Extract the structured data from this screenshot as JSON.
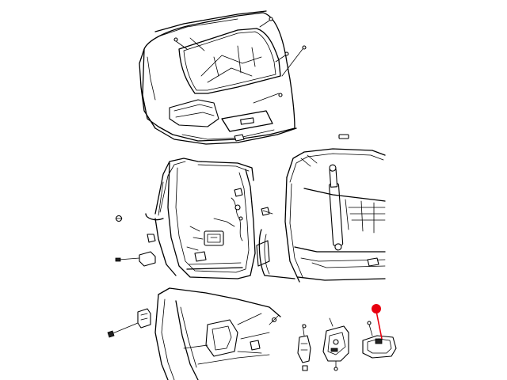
{
  "diagram": {
    "callout_color": "#e8000f",
    "views": [
      {
        "name": "liftgate-exterior-view"
      },
      {
        "name": "liftgate-opening-view"
      },
      {
        "name": "liftgate-strut-view"
      },
      {
        "name": "liftgate-latch-view"
      }
    ],
    "highlighted_part": "liftgate-latch"
  }
}
